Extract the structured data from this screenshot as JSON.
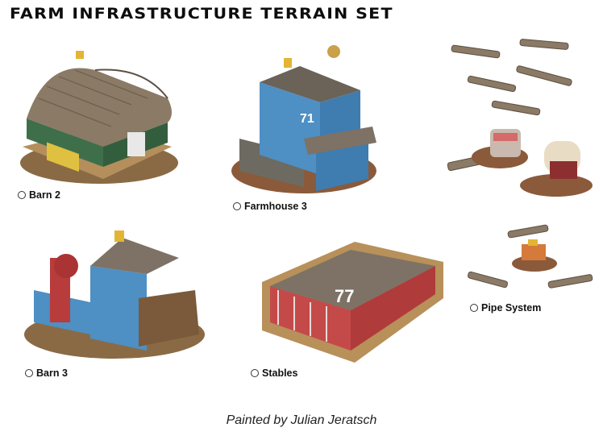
{
  "page": {
    "title": "FARM INFRASTRUCTURE TERRAIN SET",
    "credit": "Painted by Julian Jeratsch"
  },
  "options": [
    {
      "label": "Barn 2"
    },
    {
      "label": "Farmhouse 3"
    },
    {
      "label": "Pipe System"
    },
    {
      "label": "Barn 3"
    },
    {
      "label": "Stables"
    }
  ],
  "decals": {
    "farmhouse_number": "71",
    "stables_number": "77"
  },
  "colors": {
    "barn_green": "#3f6f4a",
    "blue_wall": "#4e8fc4",
    "roof_rust": "#7a6a58",
    "base_sand": "#b8905a",
    "stables_red": "#c44a4a",
    "accent_yellow": "#e3b534"
  }
}
